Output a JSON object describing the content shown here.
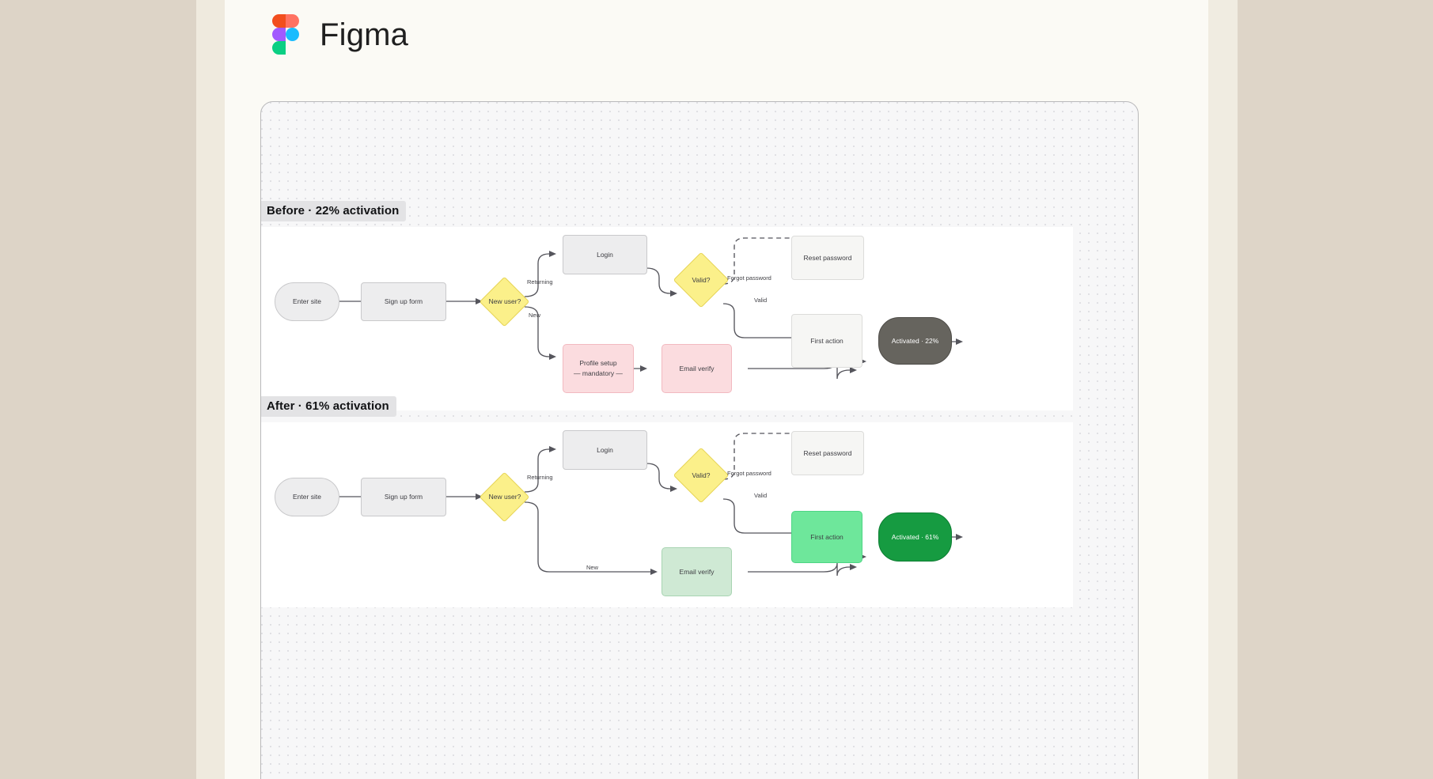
{
  "header": {
    "app_title": "Figma",
    "logo_name": "figma-logo",
    "logo_colors": {
      "top_left": "#f24e1e",
      "top_right": "#ff7262",
      "mid_left": "#a259ff",
      "mid_right": "#1abcfe",
      "bottom_left": "#0acf83"
    }
  },
  "canvas": {
    "background": "#f7f7f8",
    "border_color": "#b9b9bb"
  },
  "sections": [
    {
      "id": "before",
      "label": "Before  ·  22% activation",
      "panel_background": "#ffffff",
      "nodes": [
        {
          "id": "enter-site",
          "label": "Enter site",
          "shape": "pill",
          "fill": "#ededee"
        },
        {
          "id": "sign-up-form",
          "label": "Sign up form",
          "shape": "rect",
          "fill": "#ededee"
        },
        {
          "id": "new-user",
          "label": "New user?",
          "shape": "diamond",
          "fill": "#fbf08a"
        },
        {
          "id": "login",
          "label": "Login",
          "shape": "rect",
          "fill": "#ededee"
        },
        {
          "id": "valid",
          "label": "Valid?",
          "shape": "diamond",
          "fill": "#fbf08a"
        },
        {
          "id": "reset-password",
          "label": "Reset password",
          "shape": "rect-soft",
          "fill": "#f6f6f4"
        },
        {
          "id": "profile-setup",
          "label": "Profile setup",
          "sub": "— mandatory —",
          "shape": "pink",
          "fill": "#fbdcdf"
        },
        {
          "id": "email-verify",
          "label": "Email verify",
          "shape": "pink",
          "fill": "#fbdcdf"
        },
        {
          "id": "first-action",
          "label": "First action",
          "shape": "rect-soft",
          "fill": "#f6f6f4"
        },
        {
          "id": "activated",
          "label": "Activated · 22%",
          "shape": "dark-pill",
          "fill": "#66645e"
        }
      ],
      "edge_labels": [
        {
          "id": "returning",
          "text": "Returning"
        },
        {
          "id": "new",
          "text": "New"
        },
        {
          "id": "forgot",
          "text": "Forgot password"
        },
        {
          "id": "valid",
          "text": "Valid"
        }
      ]
    },
    {
      "id": "after",
      "label": "After  ·  61% activation",
      "panel_background": "#ffffff",
      "nodes": [
        {
          "id": "enter-site",
          "label": "Enter site",
          "shape": "pill",
          "fill": "#ededee"
        },
        {
          "id": "sign-up-form",
          "label": "Sign up form",
          "shape": "rect",
          "fill": "#ededee"
        },
        {
          "id": "new-user",
          "label": "New user?",
          "shape": "diamond",
          "fill": "#fbf08a"
        },
        {
          "id": "login",
          "label": "Login",
          "shape": "rect",
          "fill": "#ededee"
        },
        {
          "id": "valid",
          "label": "Valid?",
          "shape": "diamond",
          "fill": "#fbf08a"
        },
        {
          "id": "reset-password",
          "label": "Reset password",
          "shape": "rect-soft",
          "fill": "#f6f6f4"
        },
        {
          "id": "email-verify",
          "label": "Email verify",
          "shape": "green-soft",
          "fill": "#cfe9d4"
        },
        {
          "id": "first-action",
          "label": "First action",
          "shape": "green-mid",
          "fill": "#6ee79b"
        },
        {
          "id": "activated",
          "label": "Activated · 61%",
          "shape": "green-pill",
          "fill": "#169b41"
        }
      ],
      "edge_labels": [
        {
          "id": "returning",
          "text": "Returning"
        },
        {
          "id": "new",
          "text": "New"
        },
        {
          "id": "forgot",
          "text": "Forgot password"
        },
        {
          "id": "valid",
          "text": "Valid"
        }
      ]
    }
  ]
}
